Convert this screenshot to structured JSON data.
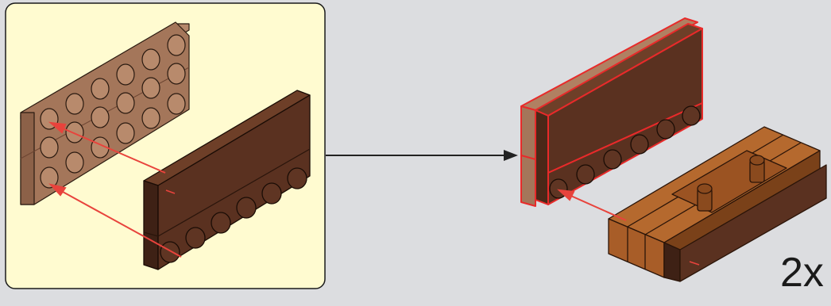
{
  "step": {
    "multiplier": "2x"
  },
  "colors": {
    "background": "#dcdde0",
    "callout_background": "#fffbd0",
    "medium_nougat": "#a4765a",
    "reddish_brown": "#5a3120",
    "dark_orange": "#a85d28",
    "highlight_red": "#e82a2a",
    "arrow_red": "#e8433c",
    "connector": "#222222"
  },
  "parts": {
    "callout": [
      "plate-2x6-medium-nougat",
      "tile-brick-1x6-reddish-brown"
    ],
    "main": [
      "assembly-highlighted",
      "brick-assembly-dark-orange"
    ]
  },
  "icons": [
    "connector-arrow-icon",
    "assembly-arrow-icon"
  ]
}
